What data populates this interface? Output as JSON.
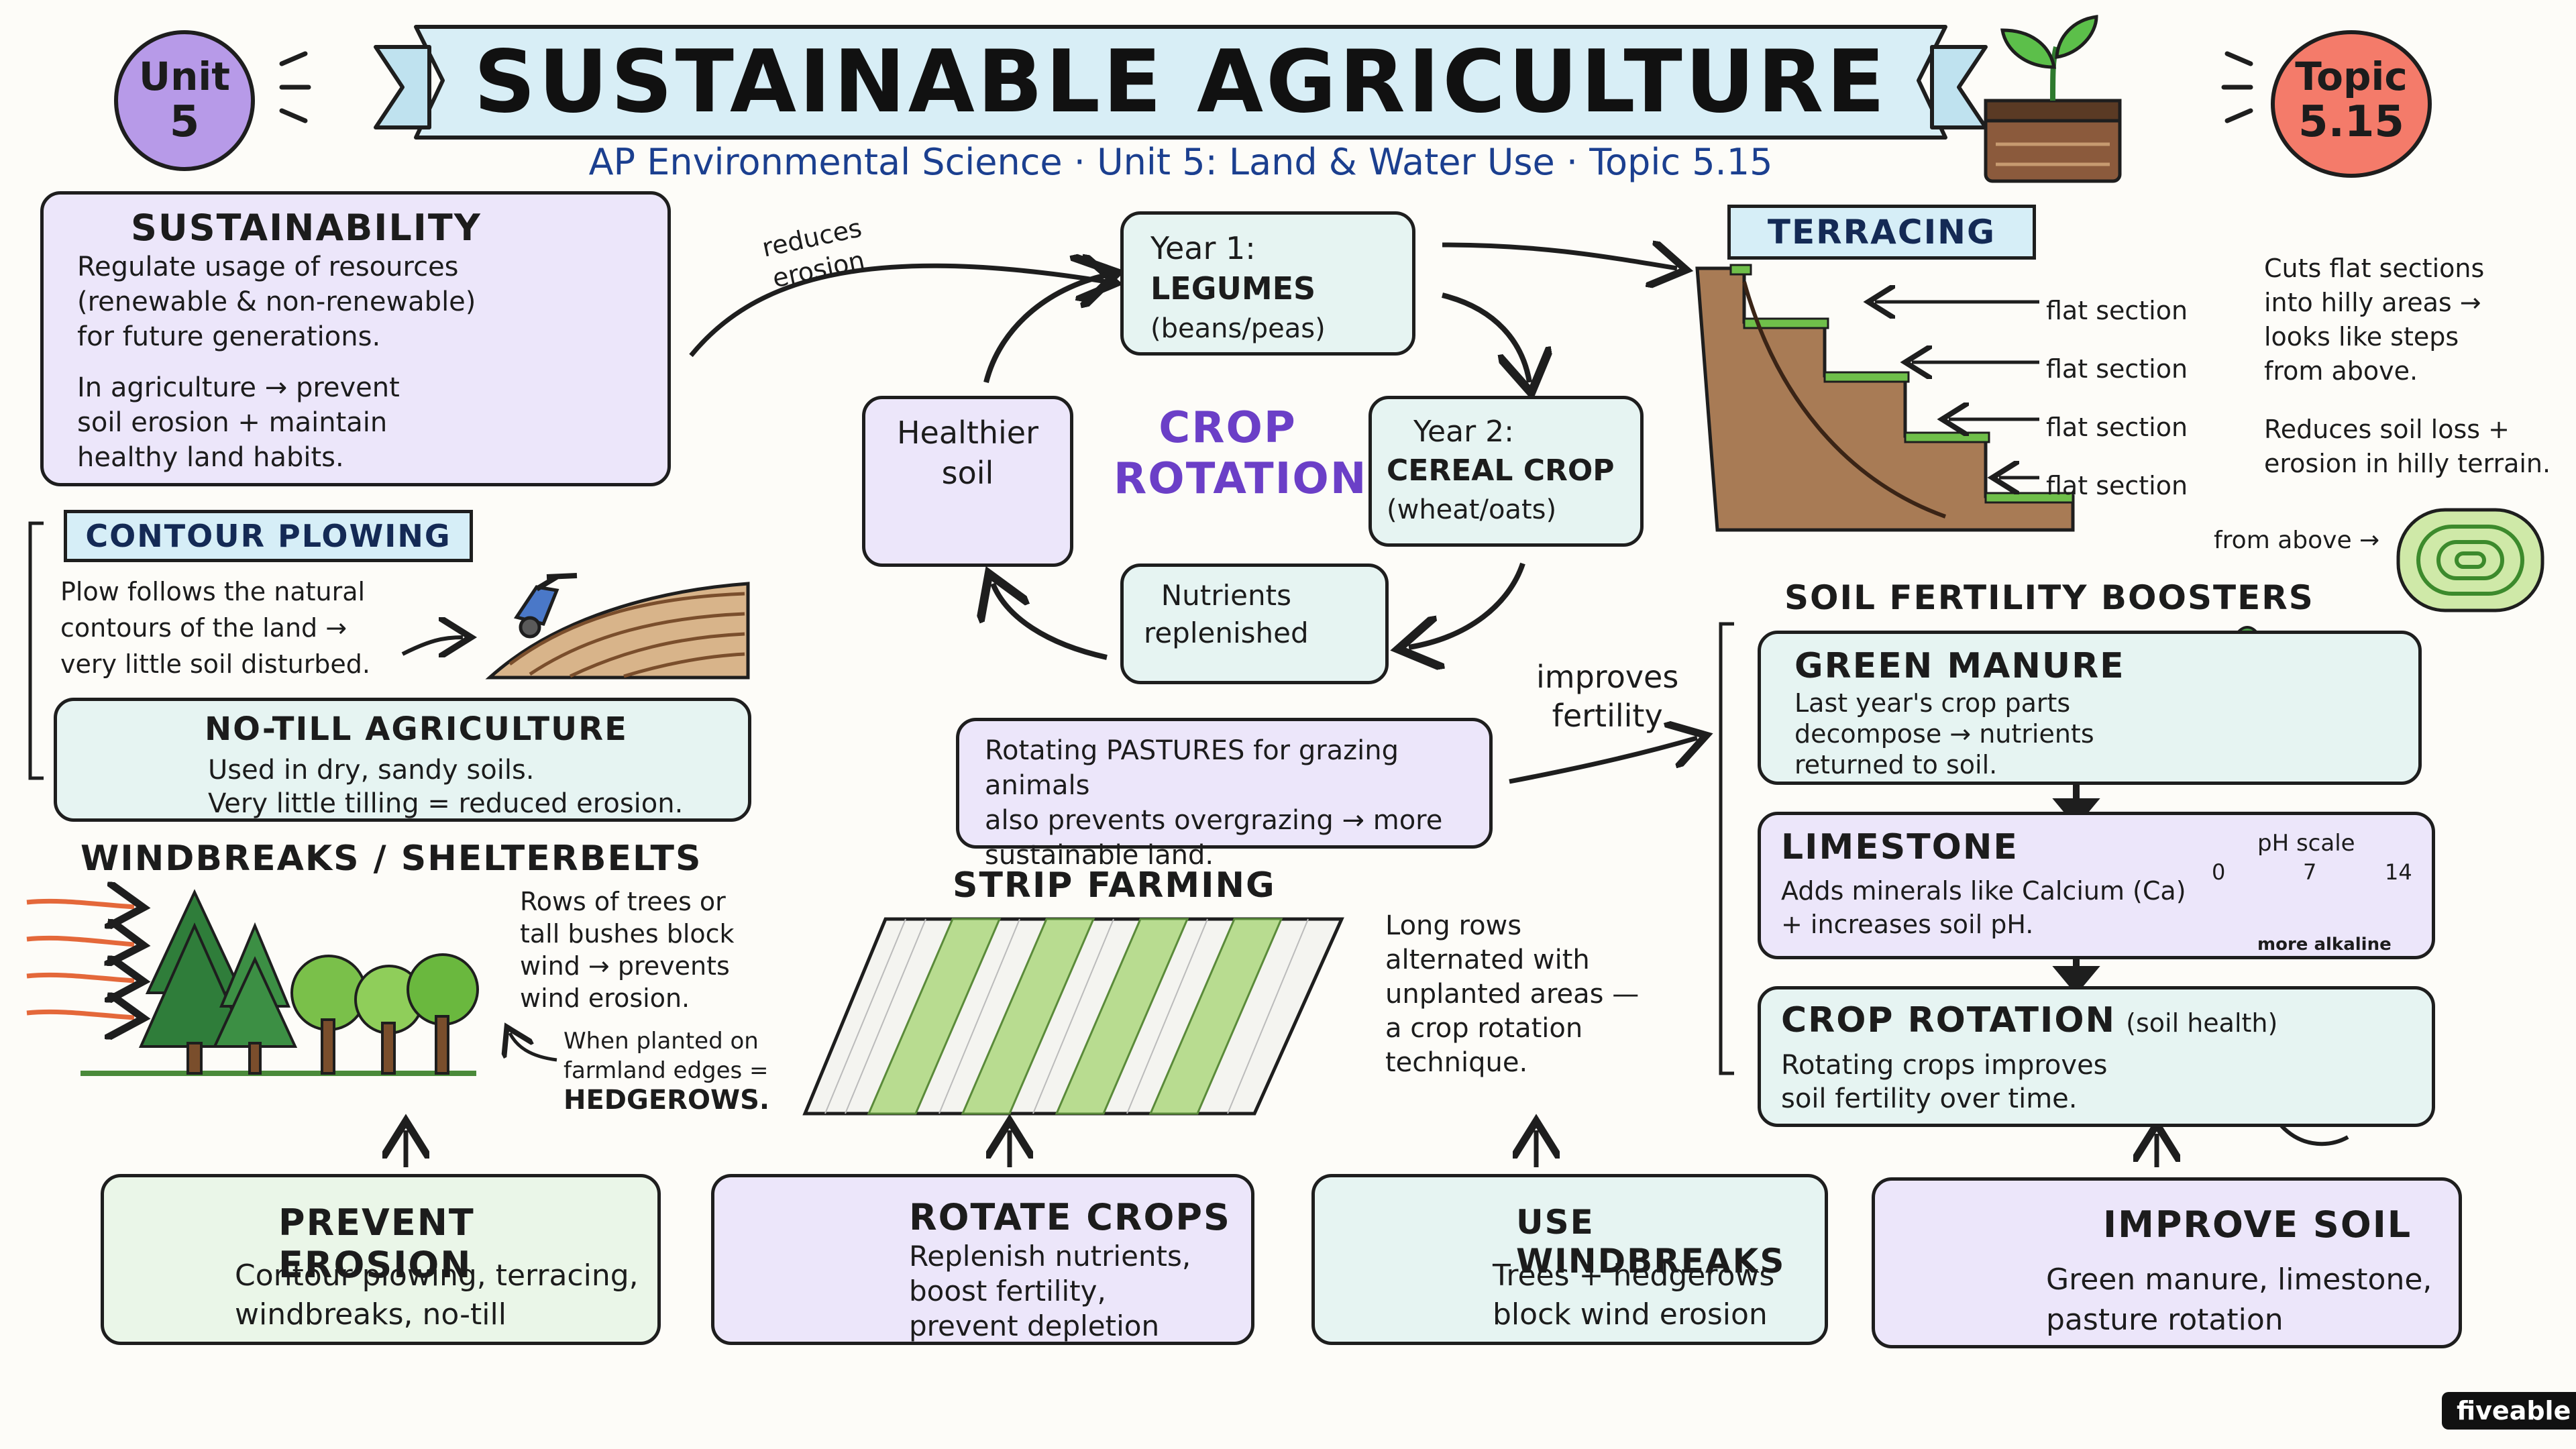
{
  "header": {
    "unit_badge_line1": "Unit",
    "unit_badge_line2": "5",
    "topic_badge_line1": "Topic",
    "topic_badge_line2": "5.15",
    "title": "SUSTAINABLE AGRICULTURE",
    "subtitle": "AP Environmental Science · Unit 5: Land & Water Use · Topic 5.15"
  },
  "sustainability": {
    "title": "SUSTAINABILITY",
    "text1": "Regulate usage of resources",
    "text2": "(renewable & non-renewable)",
    "text3": "for future generations.",
    "text4": "In agriculture → prevent",
    "text5": "soil erosion + maintain",
    "text6": "healthy land habits."
  },
  "crop_rotation_cycle": {
    "center_line1": "CROP",
    "center_line2": "ROTATION",
    "arrow_label_line1": "reduces",
    "arrow_label_line2": "erosion",
    "year1_line1": "Year 1:",
    "year1_line2": "LEGUMES",
    "year1_line3": "(beans/peas)",
    "year2_line1": "Year 2:",
    "year2_line2": "CEREAL CROP",
    "year2_line3": "(wheat/oats)",
    "nutrients_line1": "Nutrients",
    "nutrients_line2": "replenished",
    "healthier_line1": "Healthier",
    "healthier_line2": "soil",
    "pastures_line1": "Rotating PASTURES for grazing animals",
    "pastures_line2": "also prevents overgrazing → more",
    "pastures_line3": "sustainable land.",
    "improves_line1": "improves",
    "improves_line2": "fertility"
  },
  "contour": {
    "title": "CONTOUR PLOWING",
    "line1": "Plow follows the natural",
    "line2": "contours of the land →",
    "line3": "very little soil disturbed."
  },
  "notill": {
    "title": "NO-TILL AGRICULTURE",
    "line1": "Used in dry, sandy soils.",
    "line2": "Very little tilling = reduced erosion."
  },
  "windbreaks": {
    "title": "WINDBREAKS / SHELTERBELTS",
    "line1": "Rows of trees or",
    "line2": "tall bushes block",
    "line3": "wind → prevents",
    "line4": "wind erosion.",
    "note1": "When planted on",
    "note2": "farmland edges =",
    "note3": "HEDGEROWS."
  },
  "strip": {
    "title": "STRIP FARMING",
    "line1": "Long rows",
    "line2": "alternated with",
    "line3": "unplanted areas —",
    "line4": "a crop rotation",
    "line5": "technique."
  },
  "terracing": {
    "title": "TERRACING",
    "step_label": "flat section",
    "desc1": "Cuts flat sections",
    "desc2": "into hilly areas →",
    "desc3": "looks like steps",
    "desc4": "from above.",
    "desc5": "Reduces soil loss +",
    "desc6": "erosion in hilly terrain.",
    "from_above": "from above →"
  },
  "fertility": {
    "title": "SOIL FERTILITY BOOSTERS",
    "green_title": "GREEN MANURE",
    "green_line1": "Last year's crop parts",
    "green_line2": "decompose → nutrients",
    "green_line3": "returned to soil.",
    "lime_title": "LIMESTONE",
    "lime_line1": "Adds minerals like Calcium (Ca)",
    "lime_line2": "+ increases soil pH.",
    "ph_title": "pH scale",
    "ph_min": "0",
    "ph_mid": "7",
    "ph_max": "14",
    "ph_note": "more alkaline",
    "rot_title": "CROP ROTATION",
    "rot_sub": "(soil health)",
    "rot_line1": "Rotating crops improves",
    "rot_line2": "soil fertility over time."
  },
  "bottom": {
    "prevent_title": "PREVENT EROSION",
    "prevent_line1": "Contour plowing, terracing,",
    "prevent_line2": "windbreaks, no-till",
    "rotate_title": "ROTATE CROPS",
    "rotate_line1": "Replenish nutrients,",
    "rotate_line2": "boost fertility,",
    "rotate_line3": "prevent depletion",
    "wind_title": "USE WINDBREAKS",
    "wind_line1": "Trees + hedgerows",
    "wind_line2": "block wind erosion",
    "soil_title": "IMPROVE SOIL",
    "soil_line1": "Green manure, limestone,",
    "soil_line2": "pasture rotation"
  },
  "brand": "fiveable",
  "colors": {
    "purple_accent": "#6b3fc7",
    "navy_text": "#1b3f8f",
    "topic_badge": "#f47b6a",
    "unit_badge": "#b79ae8"
  }
}
